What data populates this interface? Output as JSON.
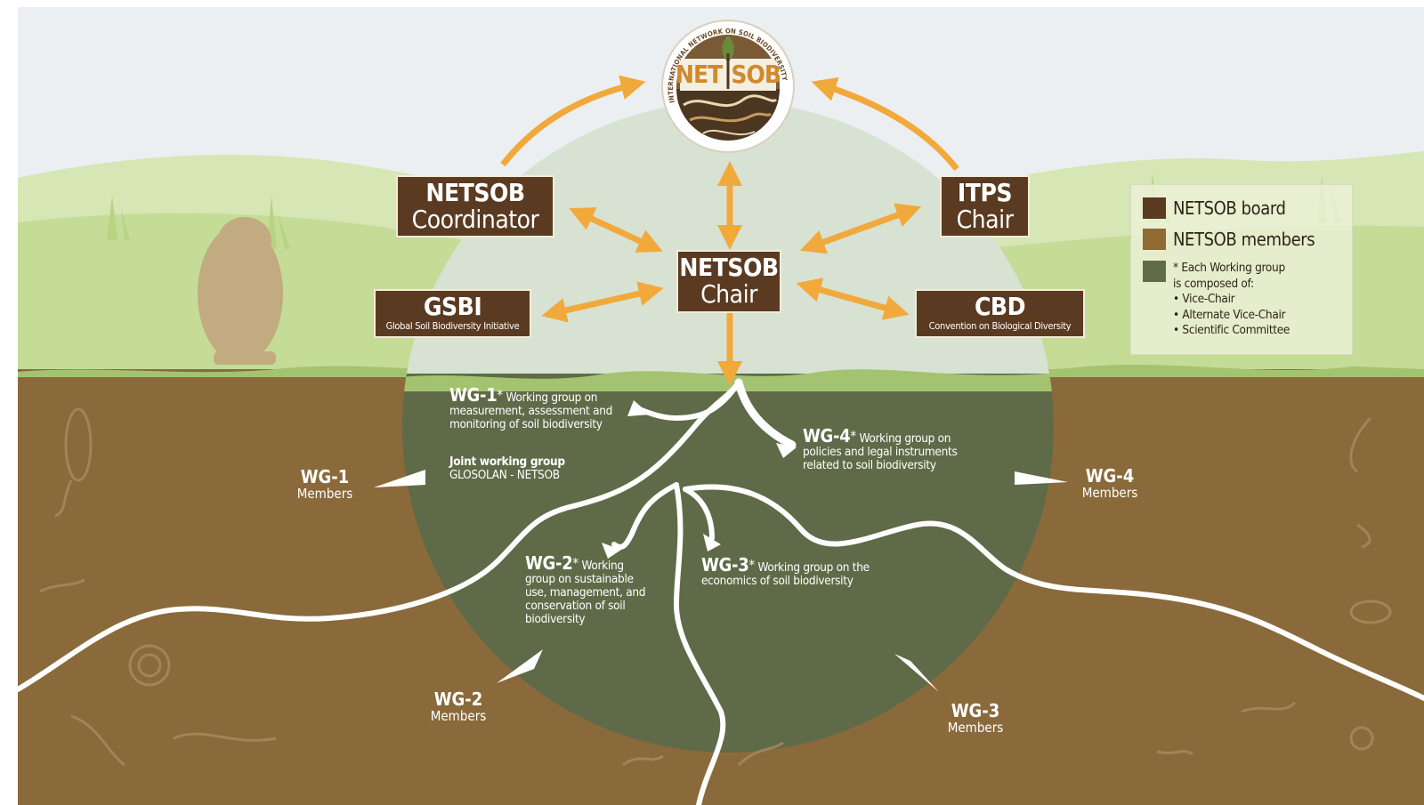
{
  "colors": {
    "sky": "#e9ecef",
    "grass": "#cadfa0",
    "soil": "#8a6a3b",
    "circle_upper": "#d8e0d4",
    "circle_lower": "#5d6a48",
    "board": "#5a3b22",
    "members": "#8f6b33",
    "working_group": "#606b4a",
    "arrow": "#f2a93b",
    "root": "#ffffff"
  },
  "logo": {
    "ring_text": "INTERNATIONAL NETWORK ON SOIL BIODIVERSITY",
    "wordmark_left": "NET",
    "wordmark_right": "SOB"
  },
  "board": {
    "chair": {
      "line1": "NETSOB",
      "line2": "Chair"
    },
    "coordinator": {
      "line1": "NETSOB",
      "line2": "Coordinator"
    },
    "itps": {
      "line1": "ITPS",
      "line2": "Chair"
    },
    "gsbi": {
      "abbr": "GSBI",
      "full": "Global Soil Biodiversity Initiative"
    },
    "cbd": {
      "abbr": "CBD",
      "full": "Convention on Biological Diversity"
    }
  },
  "working_groups": {
    "wg1": {
      "code": "WG-1",
      "star": "*",
      "title": "Working group on",
      "desc": [
        "measurement, assessment and",
        "monitoring of soil biodiversity"
      ]
    },
    "joint": {
      "title": "Joint working group",
      "sub": "GLOSOLAN - NETSOB"
    },
    "wg2": {
      "code": "WG-2",
      "star": "*",
      "title": "Working",
      "desc": [
        "group on sustainable",
        "use, management, and",
        "conservation of soil",
        "biodiversity"
      ]
    },
    "wg3": {
      "code": "WG-3",
      "star": "*",
      "title": "Working group on the",
      "desc": [
        "economics of soil biodiversity"
      ]
    },
    "wg4": {
      "code": "WG-4",
      "star": "*",
      "title": "Working group on",
      "desc": [
        "policies and legal instruments",
        "related to soil biodiversity"
      ]
    }
  },
  "members": [
    {
      "code": "WG-1",
      "label": "Members"
    },
    {
      "code": "WG-2",
      "label": "Members"
    },
    {
      "code": "WG-3",
      "label": "Members"
    },
    {
      "code": "WG-4",
      "label": "Members"
    }
  ],
  "legend": {
    "board": "NETSOB board",
    "members": "NETSOB members",
    "star": "*",
    "note_line1": "Each Working group",
    "note_line2": "is composed of:",
    "items": [
      "Vice-Chair",
      "Alternate Vice-Chair",
      "Scientific Committee"
    ]
  }
}
